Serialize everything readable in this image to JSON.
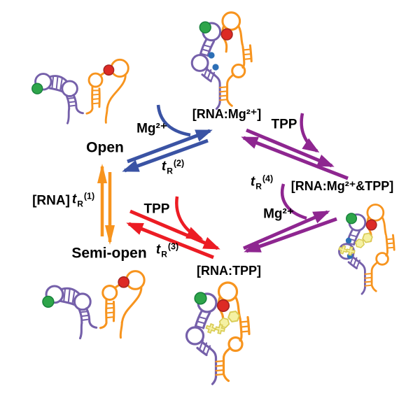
{
  "colors": {
    "background": "#ffffff",
    "text": "#000000",
    "purple_strand": "#7560AA",
    "orange_strand": "#F7941E",
    "blue_arrow": "#3A53A4",
    "red_arrow": "#EC1C24",
    "purple_arrow": "#8E2690",
    "orange_arrow": "#F7941E",
    "green_dot": "#2EA54A",
    "green_dot_edge": "#18813C",
    "red_dot": "#DD2A25",
    "red_dot_edge": "#A32422",
    "mg_ion": "#2C6FB6",
    "tpp_fill": "#F5F1A3",
    "tpp_stroke": "#D9CC55"
  },
  "states": {
    "open": "Open",
    "semi_open": "Semi-open",
    "rna": "[RNA]",
    "rna_mg": "[RNA:Mg²⁺]",
    "rna_tpp": "[RNA:TPP]",
    "rna_mg_tpp": "[RNA:Mg²⁺&TPP]"
  },
  "ligand_labels": {
    "mg_top": "Mg²⁺",
    "tpp_top": "TPP",
    "tpp_bottom": "TPP",
    "mg_bottom": "Mg²⁺"
  },
  "rates": {
    "t1": {
      "base": "t",
      "sub": "R",
      "sup": "(1)"
    },
    "t2": {
      "base": "t",
      "sub": "R",
      "sup": "(2)"
    },
    "t3": {
      "base": "t",
      "sub": "R",
      "sup": "(3)"
    },
    "t4": {
      "base": "t",
      "sub": "R",
      "sup": "(4)"
    }
  },
  "icons": {
    "green_dot": "donor-fluorophore-dot",
    "red_dot": "acceptor-fluorophore-dot",
    "mg_ion_dot": "magnesium-ion-dot",
    "tpp_ligand": "tpp-ligand-shape"
  }
}
